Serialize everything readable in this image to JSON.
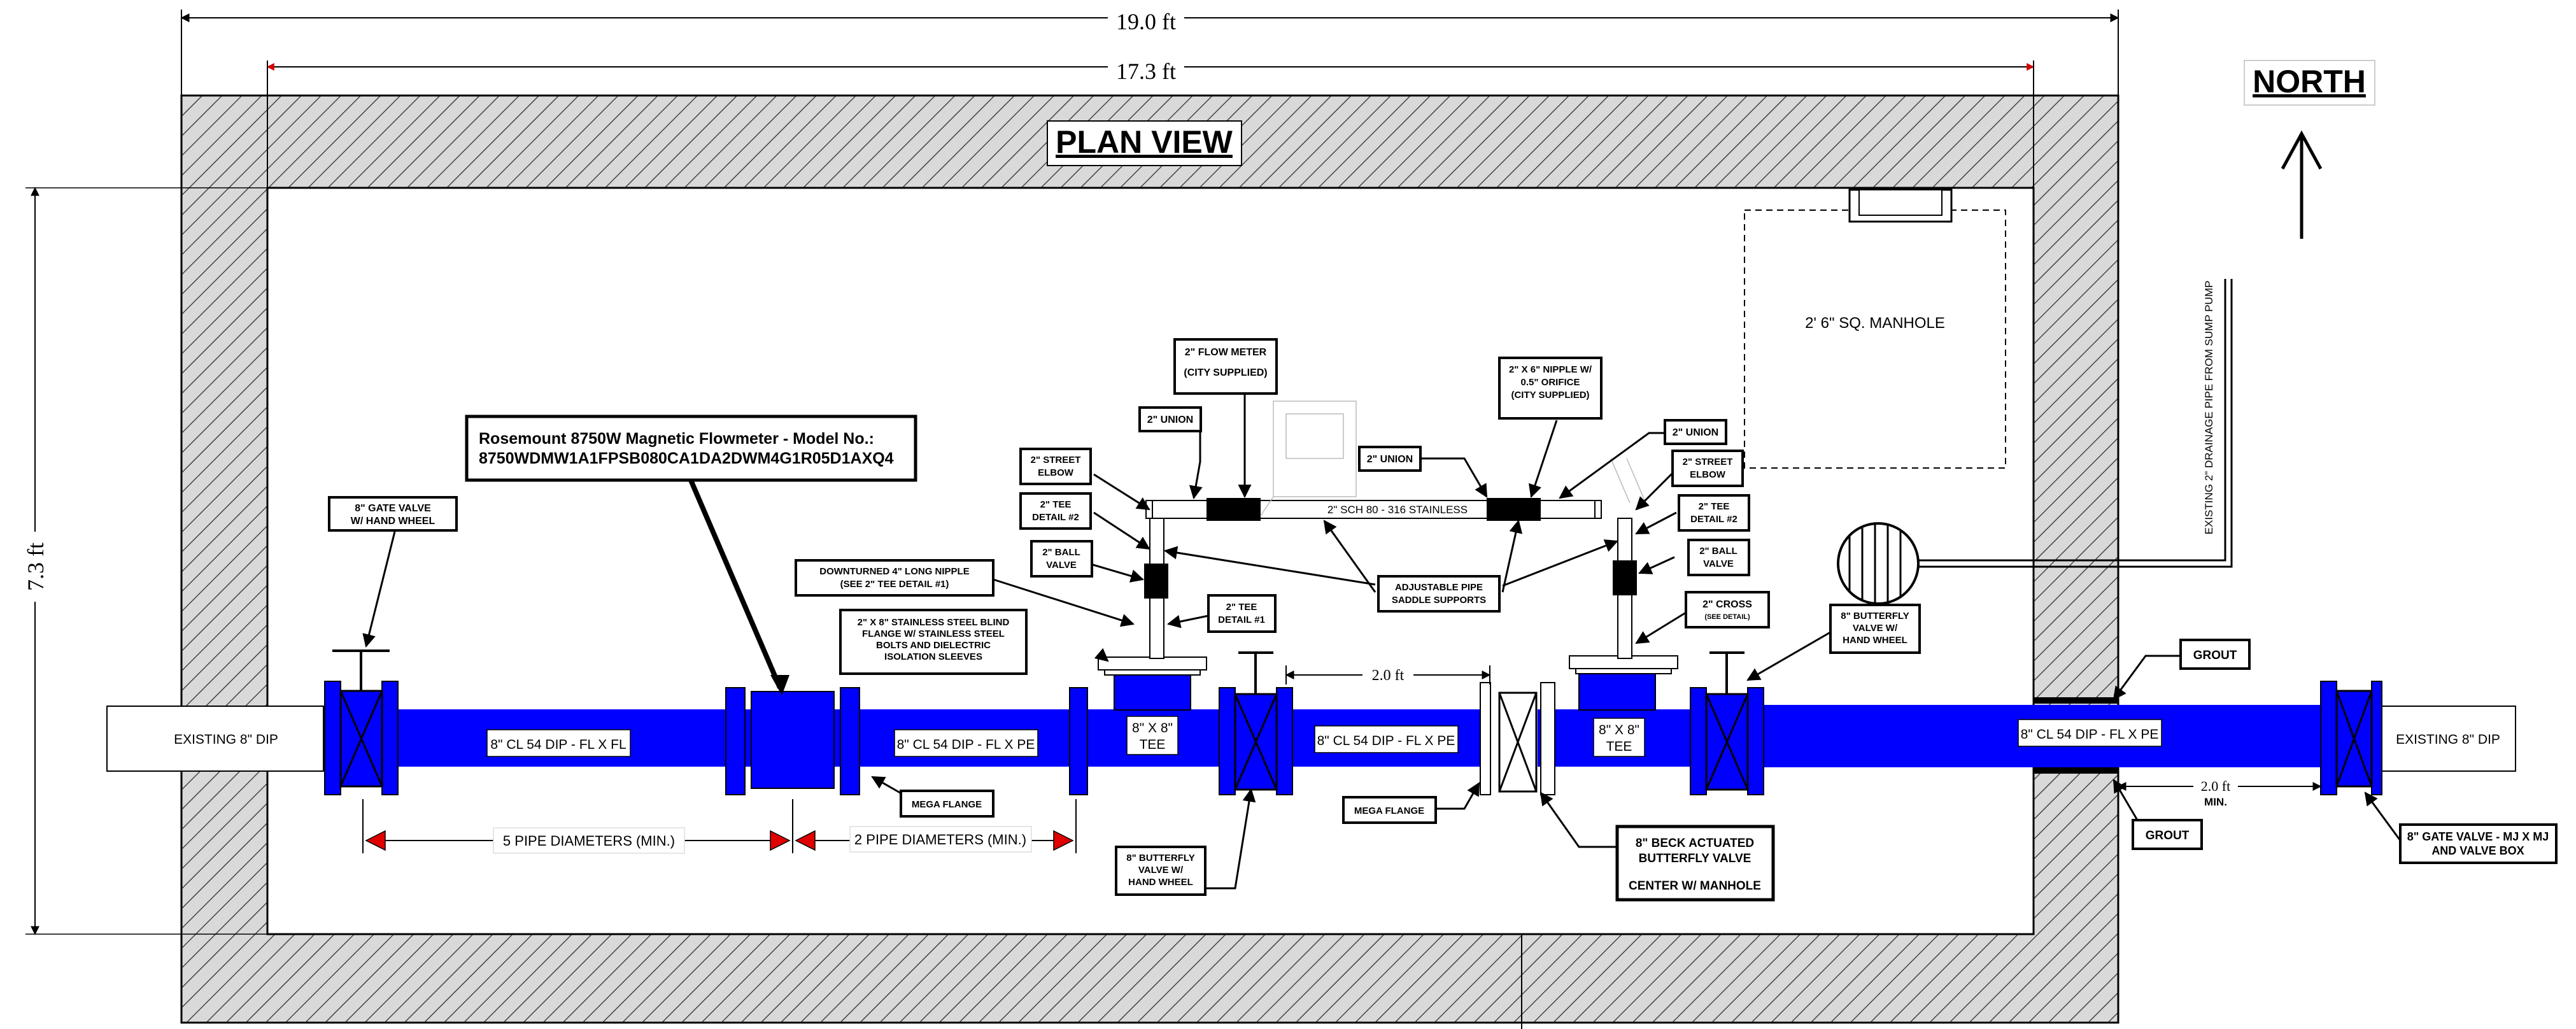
{
  "title": "PLAN VIEW",
  "north": "NORTH",
  "dimensions": {
    "overall_length": "19.0 ft",
    "inner_length": "17.3 ft",
    "width": "7.3 ft",
    "tee_spacing": "2.0 ft",
    "wall_spacing_line1": "2.0 ft",
    "wall_spacing_line2": "MIN.",
    "upstream_straight": "5 PIPE DIAMETERS (MIN.)",
    "downstream_straight": "2 PIPE DIAMETERS (MIN.)"
  },
  "flowmeter": {
    "line1": "Rosemount 8750W Magnetic Flowmeter - Model No.:",
    "line2": "8750WDMW1A1FPSB080CA1DA2DWM4G1R05D1AXQ4"
  },
  "pipes": {
    "existing_left": "EXISTING 8\" DIP",
    "existing_right": "EXISTING 8\" DIP",
    "seg1": "8\" CL 54 DIP - FL X FL",
    "seg2": "8\" CL 54 DIP - FL X PE",
    "seg3": "8\" CL 54 DIP - FL X PE",
    "seg4": "8\" CL 54 DIP - FL X PE",
    "tee_left_1": "8\" X 8\"",
    "tee_left_2": "TEE",
    "tee_right_1": "8\" X 8\"",
    "tee_right_2": "TEE",
    "bypass": "2\" SCH 80 - 316 STAINLESS"
  },
  "manhole": {
    "label": "2' 6\" SQ. MANHOLE",
    "drain": "EXISTING 2\" DRAINAGE PIPE FROM SUMP PUMP"
  },
  "callouts": {
    "gate_valve_left": [
      "8\" GATE VALVE",
      "W/ HAND WHEEL"
    ],
    "flow_meter_2": [
      "2\" FLOW METER",
      "",
      "(CITY SUPPLIED)"
    ],
    "union_left": [
      "2\" UNION"
    ],
    "union_mid": [
      "2\" UNION"
    ],
    "union_right": [
      "2\" UNION"
    ],
    "nipple_orifice": [
      "2\" X 6\" NIPPLE W/",
      "0.5\" ORIFICE",
      "(CITY SUPPLIED)"
    ],
    "street_elbow_left": [
      "2\" STREET",
      "ELBOW"
    ],
    "street_elbow_right": [
      "2\" STREET",
      "ELBOW"
    ],
    "tee2_left": [
      "2\" TEE",
      "DETAIL #2"
    ],
    "tee2_right": [
      "2\" TEE",
      "DETAIL #2"
    ],
    "ball_valve_left": [
      "2\" BALL",
      "VALVE"
    ],
    "ball_valve_right": [
      "2\" BALL",
      "VALVE"
    ],
    "downturned_nipple": [
      "DOWNTURNED 4\" LONG NIPPLE",
      "(SEE 2\" TEE DETAIL #1)"
    ],
    "tee1": [
      "2\" TEE",
      "DETAIL #1"
    ],
    "blind_flange": [
      "2\" X 8\" STAINLESS STEEL BLIND",
      "FLANGE W/ STAINLESS STEEL",
      "BOLTS AND DIELECTRIC",
      "ISOLATION SLEEVES"
    ],
    "saddle_supports": [
      "ADJUSTABLE PIPE",
      "SADDLE SUPPORTS"
    ],
    "cross": [
      "2\" CROSS",
      "(SEE DETAIL)"
    ],
    "butterfly_right": [
      "8\" BUTTERFLY",
      "VALVE W/",
      "HAND WHEEL"
    ],
    "butterfly_left": [
      "8\" BUTTERFLY",
      "VALVE W/",
      "HAND WHEEL"
    ],
    "grout_top": [
      "GROUT"
    ],
    "grout_bottom": [
      "GROUT"
    ],
    "mega_flange_1": [
      "MEGA FLANGE"
    ],
    "mega_flange_2": [
      "MEGA FLANGE"
    ],
    "beck_valve": [
      "8\" BECK ACTUATED",
      "BUTTERFLY VALVE",
      "",
      "CENTER W/ MANHOLE"
    ],
    "gate_valve_right": [
      "8\" GATE VALVE - MJ X MJ",
      "AND VALVE BOX"
    ]
  },
  "colors": {
    "pipe": "#0000ff",
    "wall": "#d9d9d9",
    "arrow_red": "#e00000"
  }
}
